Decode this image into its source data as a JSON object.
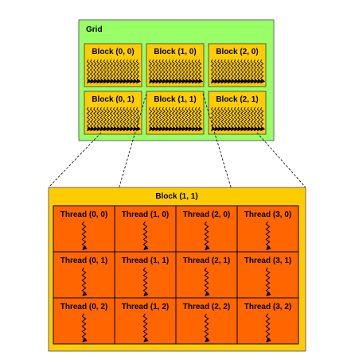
{
  "grid": {
    "title": "Grid",
    "fill": "#99ff66",
    "blocks": [
      {
        "label": "Block (0, 0)"
      },
      {
        "label": "Block (1, 0)"
      },
      {
        "label": "Block (2, 0)"
      },
      {
        "label": "Block (0, 1)"
      },
      {
        "label": "Block (1, 1)"
      },
      {
        "label": "Block (2, 1)"
      }
    ]
  },
  "block_detail": {
    "title": "Block (1, 1)",
    "fill": "#ffcc00",
    "thread_fill": "#ff6600",
    "threads": [
      {
        "label": "Thread (0, 0)"
      },
      {
        "label": "Thread (1, 0)"
      },
      {
        "label": "Thread (2, 0)"
      },
      {
        "label": "Thread (3, 0)"
      },
      {
        "label": "Thread (0, 1)"
      },
      {
        "label": "Thread (1, 1)"
      },
      {
        "label": "Thread (2, 1)"
      },
      {
        "label": "Thread (3, 1)"
      },
      {
        "label": "Thread (0, 2)"
      },
      {
        "label": "Thread (1, 2)"
      },
      {
        "label": "Thread (2, 2)"
      },
      {
        "label": "Thread (3, 2)"
      }
    ]
  }
}
